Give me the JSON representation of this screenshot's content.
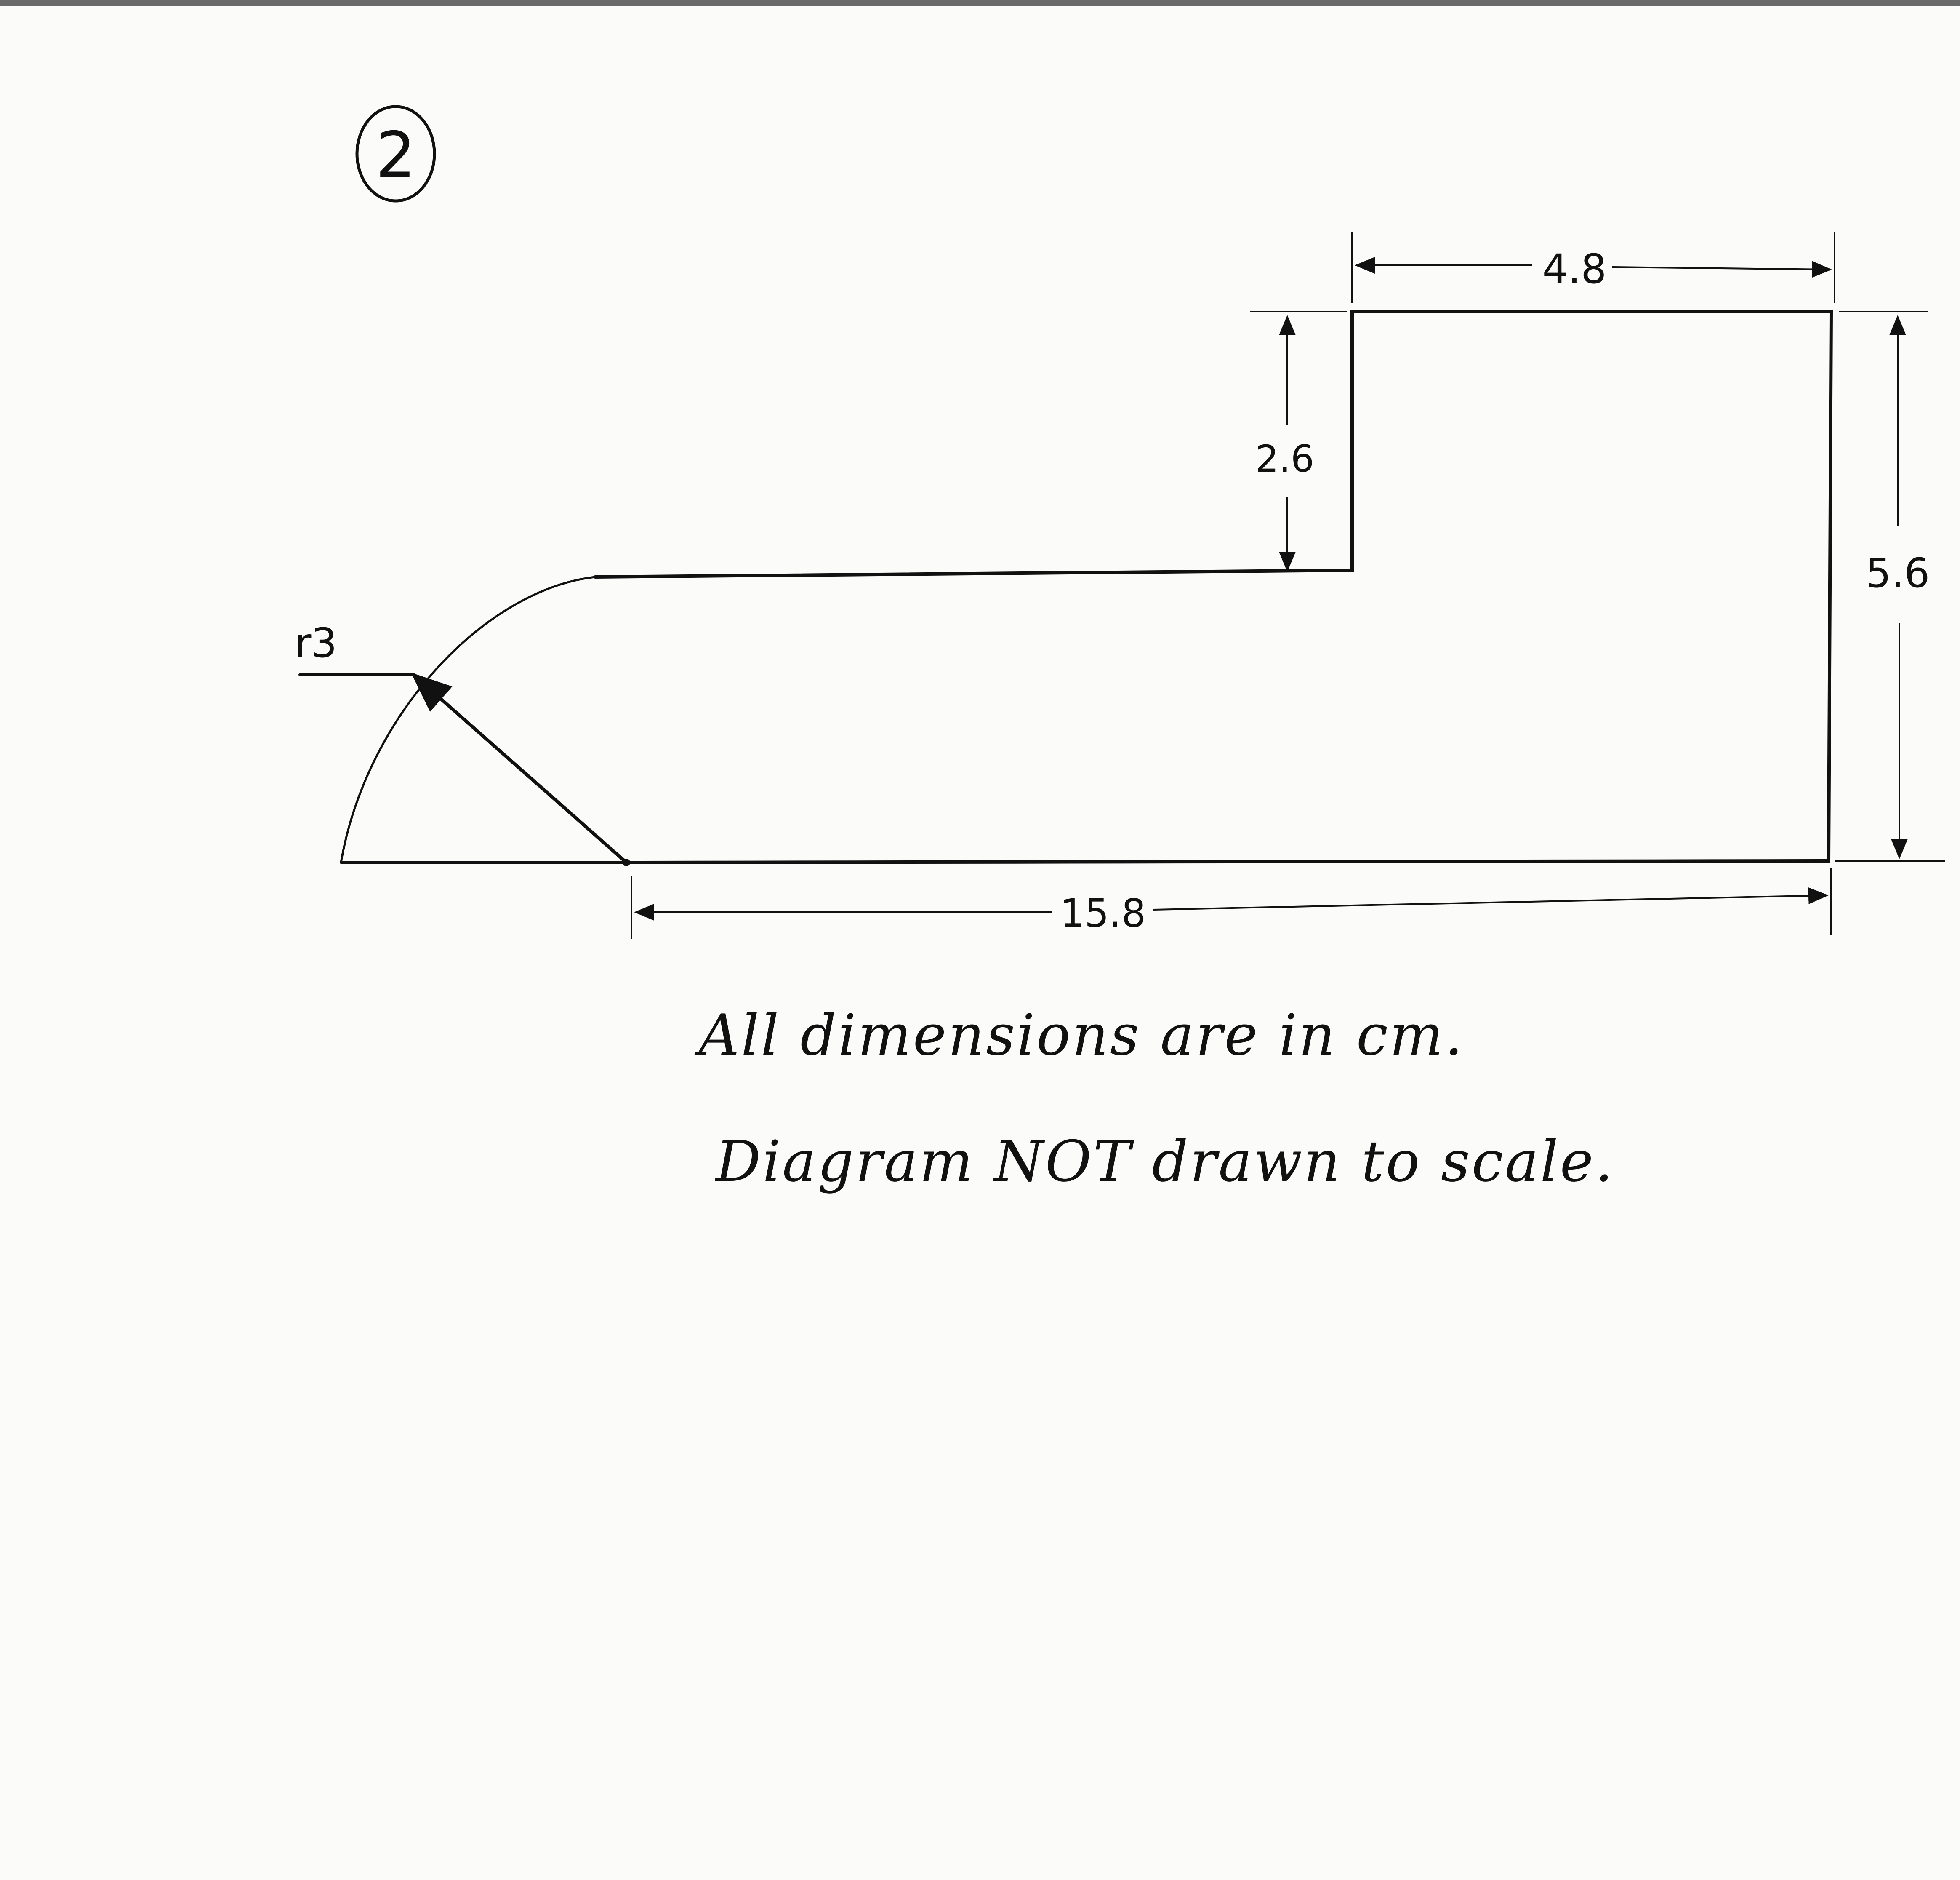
{
  "question_number": "2",
  "dimensions": {
    "top_width": "4.8",
    "step_height": "2.6",
    "total_height": "5.6",
    "base_length": "15.8",
    "radius": "r3"
  },
  "notes": {
    "line1": "All dimensions are in cm.",
    "line2": "Diagram NOT drawn to scale."
  },
  "colors": {
    "ink": "#111111",
    "paper": "#fbfbfa"
  }
}
